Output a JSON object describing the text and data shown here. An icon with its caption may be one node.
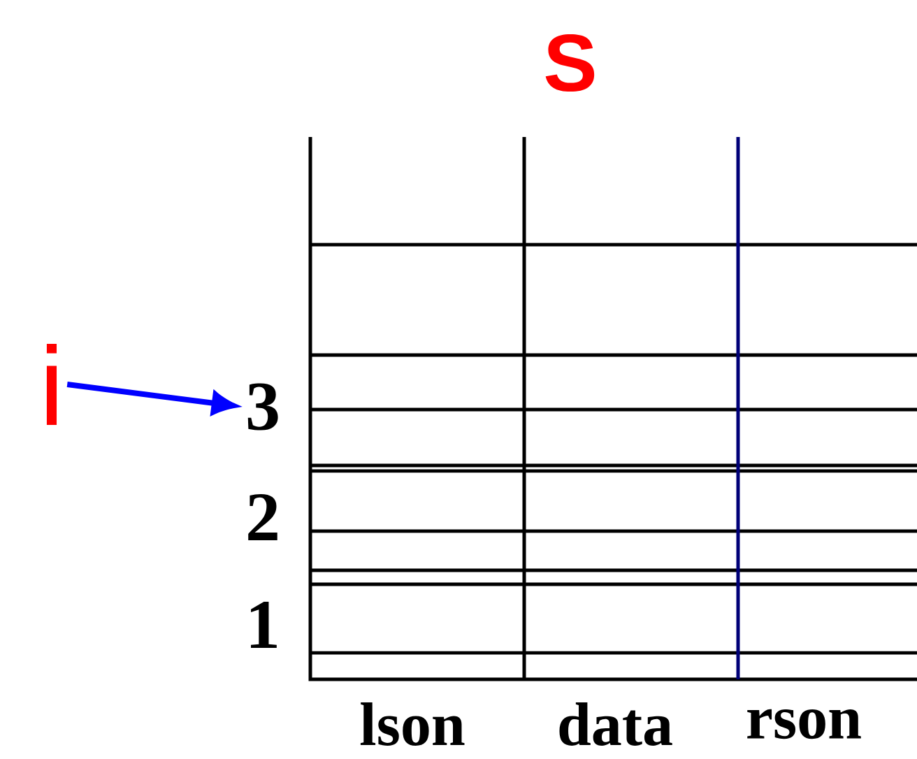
{
  "diagram": {
    "title": "S",
    "nodes": [
      {
        "text": [
          "i"
        ]
      },
      {
        "text": [
          "3"
        ]
      }
    ],
    "edges": [
      {
        "from": 0,
        "to": 1,
        "arrow": "to",
        "color": "#0000ff"
      }
    ],
    "labels": [
      "2",
      "1",
      "lson",
      "data",
      "rson"
    ]
  }
}
